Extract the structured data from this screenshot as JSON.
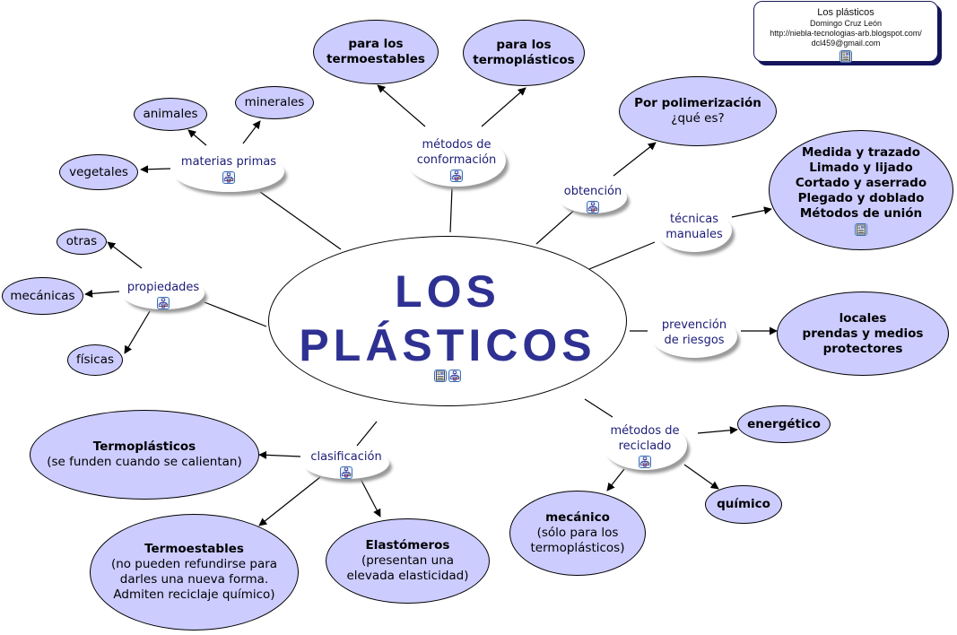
{
  "info_box": {
    "title": "Los plásticos",
    "author": "Domingo Cruz León",
    "url": "http://niebla-tecnologias-arb.blogspot.com/",
    "email": "dcl459@gmail.com",
    "icon": "resource-document-icon"
  },
  "main_concept": {
    "line1": "LOS",
    "line2": "PLÁSTICOS",
    "icons": [
      "resource-document-icon",
      "submap-hierarchy-icon"
    ],
    "color": "#2e3192"
  },
  "colors": {
    "concept_fill": "#ccccff",
    "link_text": "#1c1c78",
    "title_text": "#2e3192"
  },
  "link_phrases": {
    "materias_primas": {
      "lines": [
        "materias primas"
      ],
      "icon": "submap-hierarchy-icon"
    },
    "metodos_conformacion": {
      "lines": [
        "métodos de",
        "conformación"
      ],
      "icon": "submap-hierarchy-icon"
    },
    "obtencion": {
      "lines": [
        "obtención"
      ],
      "icon": "submap-hierarchy-icon"
    },
    "tecnicas_manuales": {
      "lines": [
        "técnicas",
        "manuales"
      ]
    },
    "prevencion_riesgos": {
      "lines": [
        "prevención",
        "de riesgos"
      ]
    },
    "metodos_reciclado": {
      "lines": [
        "métodos de",
        "reciclado"
      ],
      "icon": "submap-hierarchy-icon"
    },
    "clasificacion": {
      "lines": [
        "clasificación"
      ],
      "icon": "submap-hierarchy-icon"
    },
    "propiedades": {
      "lines": [
        "propiedades"
      ],
      "icon": "submap-hierarchy-icon"
    }
  },
  "concepts": {
    "animales": {
      "bold": "",
      "normal": "animales"
    },
    "minerales": {
      "bold": "",
      "normal": "minerales"
    },
    "vegetales": {
      "bold": "",
      "normal": "vegetales"
    },
    "termoestables_conf": {
      "bold": "para los\ntermoestables",
      "normal": ""
    },
    "termoplasticos_conf": {
      "bold": "para los\ntermoplásticos",
      "normal": ""
    },
    "polimerizacion": {
      "bold": "Por polimerización",
      "normal": "¿qué es?"
    },
    "tecnicas": {
      "bold": "Medida y trazado\nLimado y lijado\nCortado y aserrado\nPlegado y doblado\nMétodos de unión",
      "normal": "",
      "icon": "resource-document-icon"
    },
    "riesgos": {
      "bold": "locales\nprendas y medios\nprotectores",
      "normal": ""
    },
    "energetico": {
      "bold": "energético",
      "normal": ""
    },
    "quimico": {
      "bold": "químico",
      "normal": ""
    },
    "mecanico": {
      "bold": "mecánico",
      "normal": "(sólo para los\ntermoplásticos)"
    },
    "termoplasticos": {
      "bold": "Termoplásticos",
      "normal": "(se funden cuando se calientan)"
    },
    "termoestables": {
      "bold": "Termoestables",
      "normal": "(no pueden refundirse para\ndarles una nueva forma.\n Admiten reciclaje químico)"
    },
    "elastomeros": {
      "bold": "Elastómeros",
      "normal": "(presentan una\nelevada elasticidad)"
    },
    "otras": {
      "bold": "",
      "normal": "otras"
    },
    "mecanicas": {
      "bold": "",
      "normal": "mecánicas"
    },
    "fisicas": {
      "bold": "",
      "normal": "físicas"
    }
  }
}
